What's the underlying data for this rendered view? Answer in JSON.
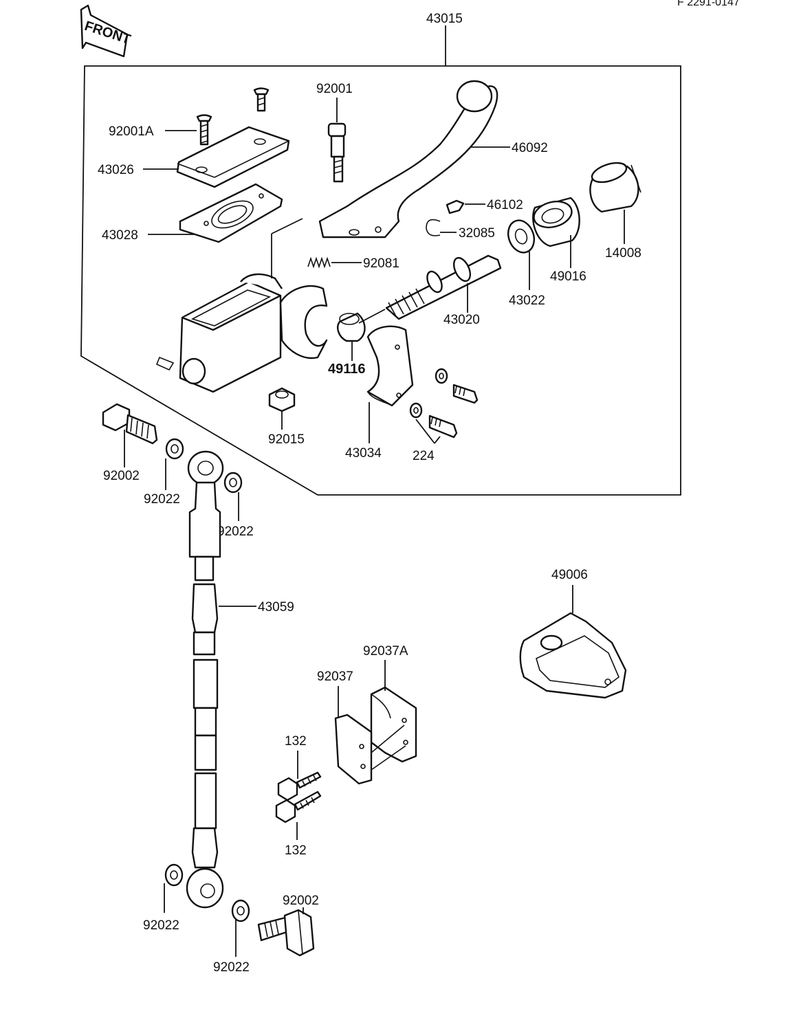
{
  "diagram": {
    "corner_code": "F 2291-0147",
    "front_arrow": "FRONT",
    "assembly": "43015",
    "labels": {
      "p92001a": "92001A",
      "p43026": "43026",
      "p43028": "43028",
      "p92001": "92001",
      "p46092": "46092",
      "p46102": "46102",
      "p32085": "32085",
      "p14008": "14008",
      "p49016": "49016",
      "p43022": "43022",
      "p92081": "92081",
      "p43020": "43020",
      "p49116": "49116",
      "p92015": "92015",
      "p43034": "43034",
      "p224": "224",
      "p92002_top": "92002",
      "p92022_a": "92022",
      "p92022_b": "92022",
      "p43059": "43059",
      "p49006": "49006",
      "p92037a": "92037A",
      "p92037": "92037",
      "p132_a": "132",
      "p132_b": "132",
      "p92022_c": "92022",
      "p92022_d": "92022",
      "p92002_bottom": "92002"
    }
  }
}
